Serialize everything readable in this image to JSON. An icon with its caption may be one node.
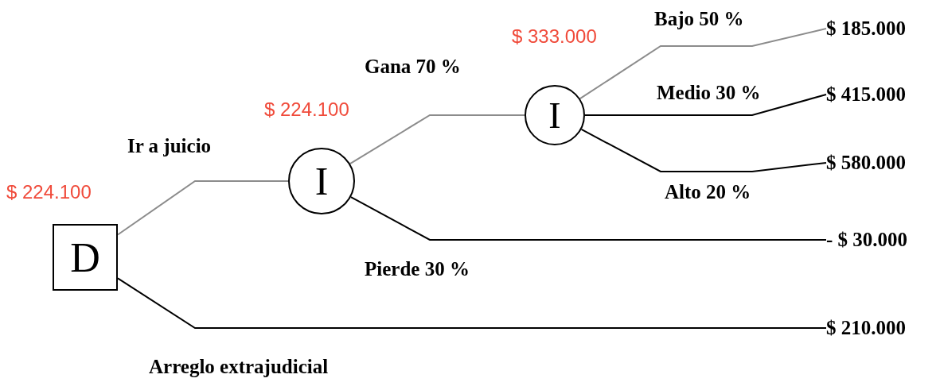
{
  "diagram": {
    "nodes": [
      {
        "text": [
          "D"
        ],
        "beside": [
          "$ 224.100"
        ]
      },
      {
        "text": [
          "I"
        ],
        "beside": [
          "$ 224.100"
        ]
      },
      {
        "text": [
          "I"
        ],
        "beside": [
          "$ 333.000"
        ]
      },
      {
        "text": [
          "$ 185.000"
        ]
      },
      {
        "text": [
          "$ 415.000"
        ]
      },
      {
        "text": [
          "$ 580.000"
        ]
      },
      {
        "text": [
          "- $ 30.000"
        ]
      },
      {
        "text": [
          "$ 210.000"
        ]
      }
    ],
    "edges": [
      {
        "from": 0,
        "to": 1,
        "arrow": "none",
        "label": "Ir a juicio",
        "color": "#8c8c8c"
      },
      {
        "from": 0,
        "to": 7,
        "arrow": "none",
        "label": "Arreglo extrajudicial"
      },
      {
        "from": 1,
        "to": 2,
        "arrow": "none",
        "label": "Gana 70 %",
        "color": "#8c8c8c"
      },
      {
        "from": 1,
        "to": 6,
        "arrow": "none",
        "label": "Pierde 30 %"
      },
      {
        "from": 2,
        "to": 3,
        "arrow": "none",
        "label": "Bajo 50 %",
        "color": "#8c8c8c"
      },
      {
        "from": 2,
        "to": 4,
        "arrow": "none",
        "label": "Medio 30 %"
      },
      {
        "from": 2,
        "to": 5,
        "arrow": "none",
        "label": "Alto 20 %"
      }
    ]
  }
}
